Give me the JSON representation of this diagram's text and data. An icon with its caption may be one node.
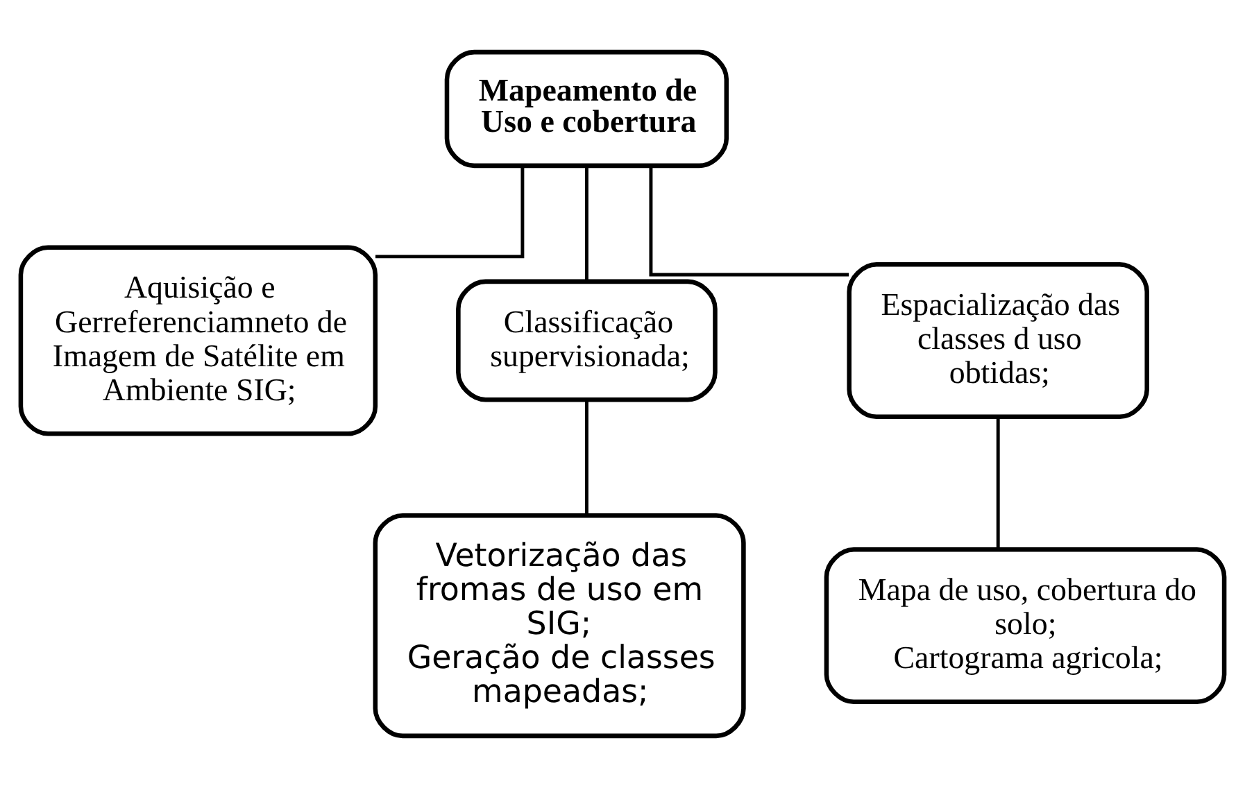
{
  "diagram": {
    "nodes": [
      {
        "text": [
          "Mapeamento de Uso e cobertura"
        ]
      },
      {
        "text": [
          "Aquisição e Gerreferenciamneto de Imagem de Satélite em Ambiente SIG;"
        ]
      },
      {
        "text": [
          "Classificação supervisionada;"
        ]
      },
      {
        "text": [
          "Espacialização das classes d uso obtidas;"
        ]
      },
      {
        "text": [
          "Vetorização das fromas de uso em SIG;",
          "Geração de classes mapeadas;"
        ]
      },
      {
        "text": [
          "Mapa de uso, cobertura do solo;",
          "Cartograma agricola;"
        ]
      }
    ],
    "edges": [
      {
        "from": 0,
        "to": 1,
        "arrow": "none"
      },
      {
        "from": 0,
        "to": 2,
        "arrow": "none"
      },
      {
        "from": 0,
        "to": 3,
        "arrow": "none"
      },
      {
        "from": 2,
        "to": 4,
        "arrow": "none"
      },
      {
        "from": 3,
        "to": 5,
        "arrow": "none"
      }
    ]
  }
}
